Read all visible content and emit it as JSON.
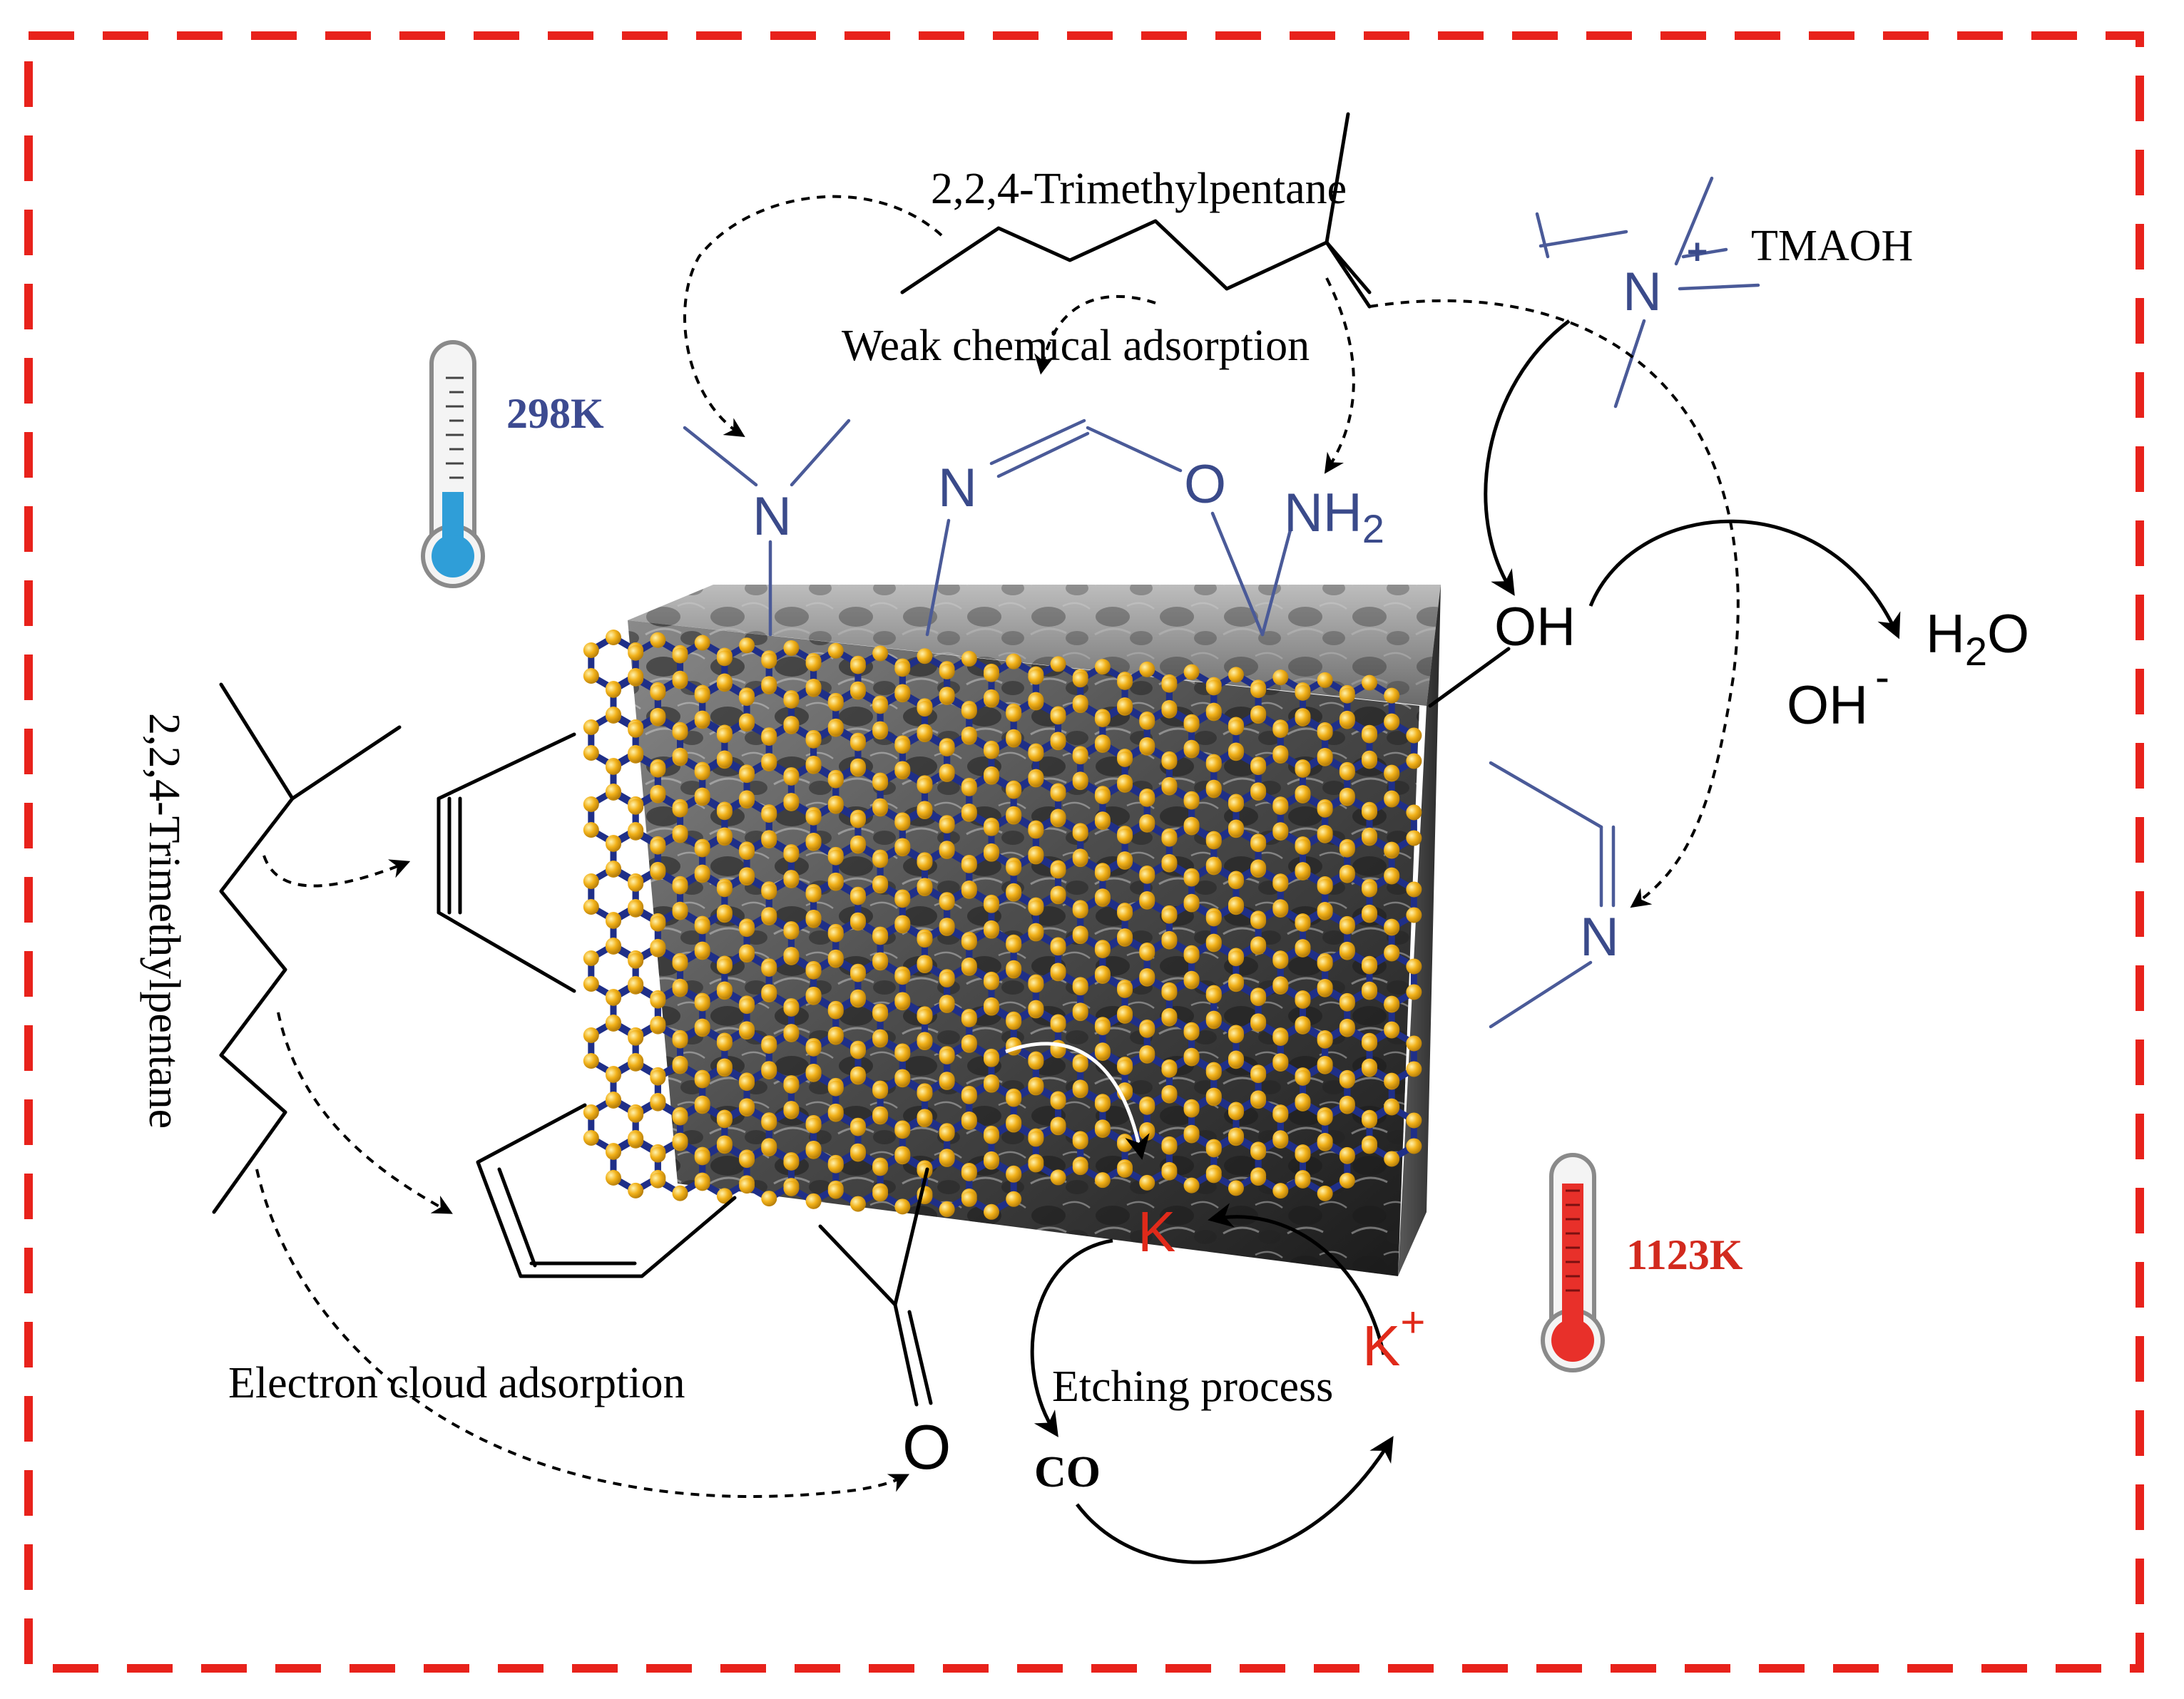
{
  "labels": {
    "top_molecule": "2,2,4-Trimethylpentane",
    "side_molecule": "2,2,4-Trimethylpentane",
    "weak_adsorption": "Weak chemical adsorption",
    "electron_cloud": "Electron cloud adsorption",
    "etching": "Etching process",
    "tmaoh": "TMAOH",
    "temp_low": "298K",
    "temp_high": "1123K"
  },
  "atoms": {
    "n_amine": "N",
    "n_imine": "N",
    "o_ring": "O",
    "nh2": "NH",
    "nh2_sub": "2",
    "n_plus": "N",
    "plus": "+",
    "oh_surface": "OH",
    "oh_ion": "OH",
    "minus": "-",
    "h2o_h": "H",
    "h2o_sub": "2",
    "h2o_o": "O",
    "n_pyridinic": "N",
    "carbonyl_o": "O",
    "co": "CO",
    "k_metal": "K",
    "k_ion": "K",
    "k_plus": "+"
  },
  "colors": {
    "border": "#e8221b",
    "heteroatom": "#3a4a8a",
    "potassium": "#e02a1a",
    "temp_low": "#3c4a90",
    "temp_high": "#d22a1e",
    "thermo_cold": "#2f9ed8",
    "thermo_hot": "#e8302a",
    "lattice_bond": "#1f2f88",
    "lattice_atom": "#f2b21a"
  },
  "icons": [
    "thermometer-cold-icon",
    "thermometer-hot-icon"
  ]
}
